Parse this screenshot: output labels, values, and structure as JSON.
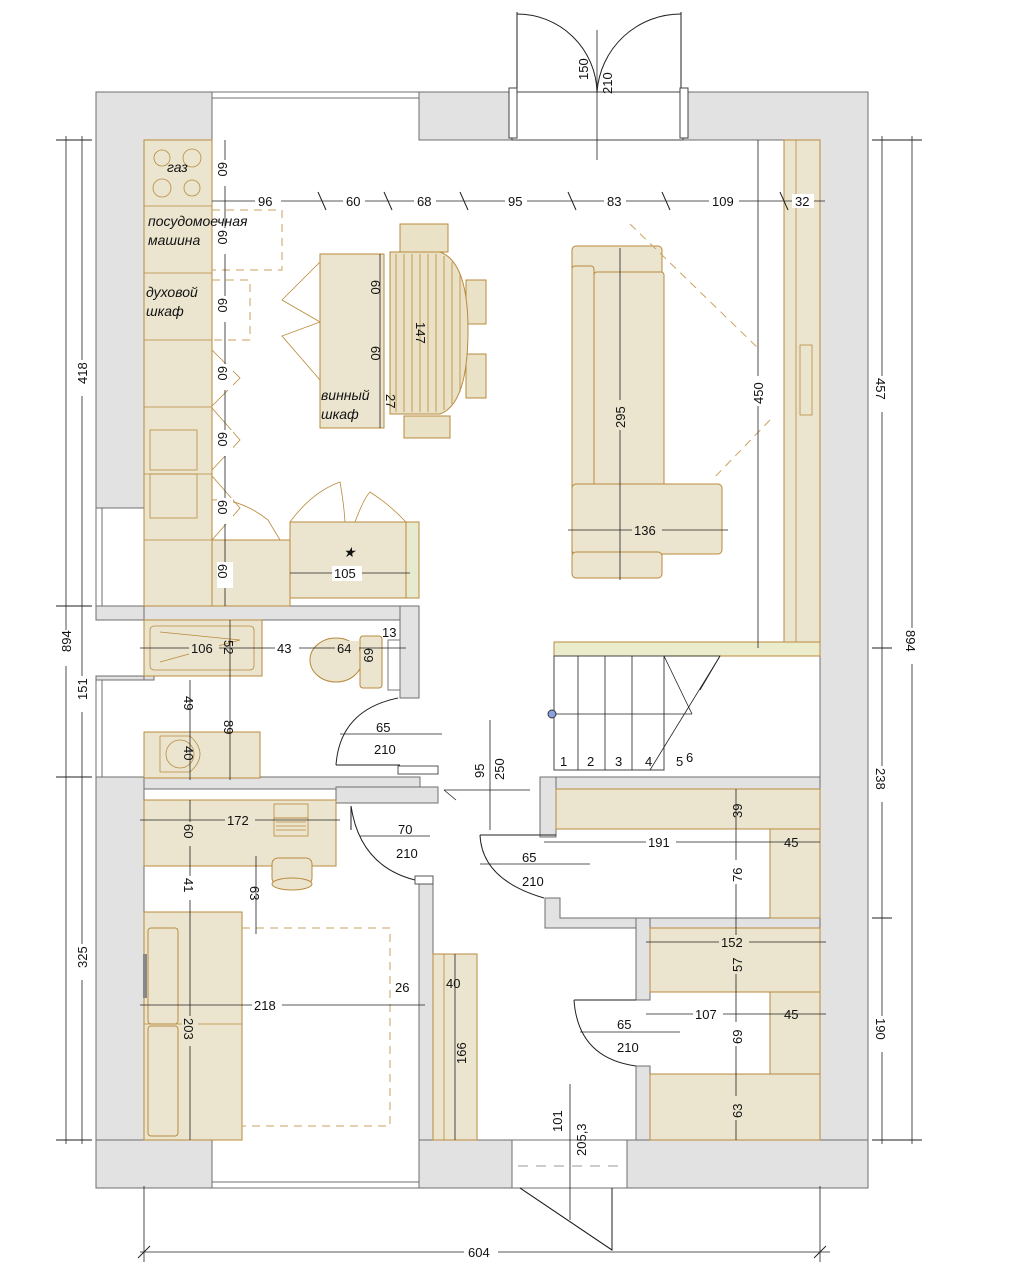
{
  "labels": {
    "gas": "газ",
    "dishwasher_1": "посудомоечная",
    "dishwasher_2": "машина",
    "oven_1": "духовой",
    "oven_2": "шкаф",
    "wine_1": "винный",
    "wine_2": "шкаф"
  },
  "dimensions": {
    "overall_width": "604",
    "total_height_left": "894",
    "total_height_right": "894",
    "left_upper": "418",
    "left_middle": "151",
    "left_lower": "325",
    "right_upper": "457",
    "right_middle": "238",
    "right_lower": "190",
    "top_96": "96",
    "top_60": "60",
    "top_68": "68",
    "top_95": "95",
    "top_83": "83",
    "top_109": "109",
    "top_32": "32",
    "kitchen_60_a": "60",
    "kitchen_60_b": "60",
    "kitchen_60_c": "60",
    "kitchen_60_d": "60",
    "kitchen_60_e": "60",
    "kitchen_60_f": "60",
    "kitchen_60_g": "60",
    "wine_60_a": "60",
    "wine_60_b": "60",
    "table_147": "147",
    "wine_27": "27",
    "sofa_295": "295",
    "sofa_136": "136",
    "right_450": "450",
    "unit_105": "105",
    "bath_106": "106",
    "bath_52": "52",
    "bath_43": "43",
    "wc_64": "64",
    "wc_13": "13",
    "wc_69": "69",
    "sink_49": "49",
    "sink_40": "40",
    "sink_89": "89",
    "door_bath_w": "65",
    "door_bath_h": "210",
    "hall_95": "95",
    "hall_250": "250",
    "door_bed_w": "70",
    "door_bed_h": "210",
    "door_hall_w": "65",
    "door_hall_h": "210",
    "desk_172": "172",
    "desk_60": "60",
    "desk_41": "41",
    "desk_63": "63",
    "bed_218": "218",
    "bed_26": "26",
    "bed_203": "203",
    "wardrobe_40": "40",
    "wardrobe_166": "166",
    "closet_39": "39",
    "closet_191": "191",
    "closet_45_a": "45",
    "closet_76": "76",
    "closet_152": "152",
    "closet_57": "57",
    "closet_107": "107",
    "closet_45_b": "45",
    "closet_69": "69",
    "closet_63": "63",
    "door_closet_w": "65",
    "door_closet_h": "210",
    "entry_101": "101",
    "entry_205": "205,3",
    "balcony_150": "150",
    "balcony_210": "210",
    "stair_1": "1",
    "stair_2": "2",
    "stair_3": "3",
    "stair_4": "4",
    "stair_5": "5",
    "stair_6": "6"
  }
}
